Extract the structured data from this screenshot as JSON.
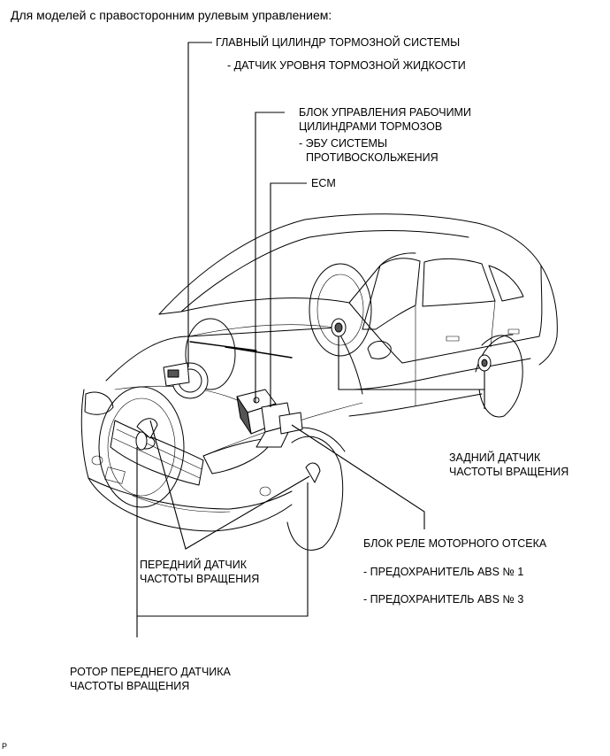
{
  "diagram": {
    "title": "Для моделей с правосторонним рулевым управлением:",
    "labels": {
      "master_cylinder": "ГЛАВНЫЙ ЦИЛИНДР ТОРМОЗНОЙ СИСТЕМЫ",
      "fluid_level_sensor": "- ДАТЧИК УРОВНЯ ТОРМОЗНОЙ ЖИДКОСТИ",
      "actuator_line1": "БЛОК УПРАВЛЕНИЯ РАБОЧИМИ",
      "actuator_line2": "ЦИЛИНДРАМИ ТОРМОЗОВ",
      "skid_ecu_line1": "- ЭБУ СИСТЕМЫ",
      "skid_ecu_line2": "ПРОТИВОСКОЛЬЖЕНИЯ",
      "ecm": "ECM",
      "rear_sensor_line1": "ЗАДНИЙ ДАТЧИК",
      "rear_sensor_line2": "ЧАСТОТЫ ВРАЩЕНИЯ",
      "relay_block": "БЛОК РЕЛЕ МОТОРНОГО ОТСЕКА",
      "abs_fuse_1": "- ПРЕДОХРАНИТЕЛЬ ABS № 1",
      "abs_fuse_3": "- ПРЕДОХРАНИТЕЛЬ ABS № 3",
      "front_sensor_line1": "ПЕРЕДНИЙ ДАТЧИК",
      "front_sensor_line2": "ЧАСТОТЫ ВРАЩЕНИЯ",
      "rotor_line1": "РОТОР ПЕРЕДНЕГО ДАТЧИКА",
      "rotor_line2": "ЧАСТОТЫ ВРАЩЕНИЯ"
    },
    "corner_mark": "P"
  }
}
